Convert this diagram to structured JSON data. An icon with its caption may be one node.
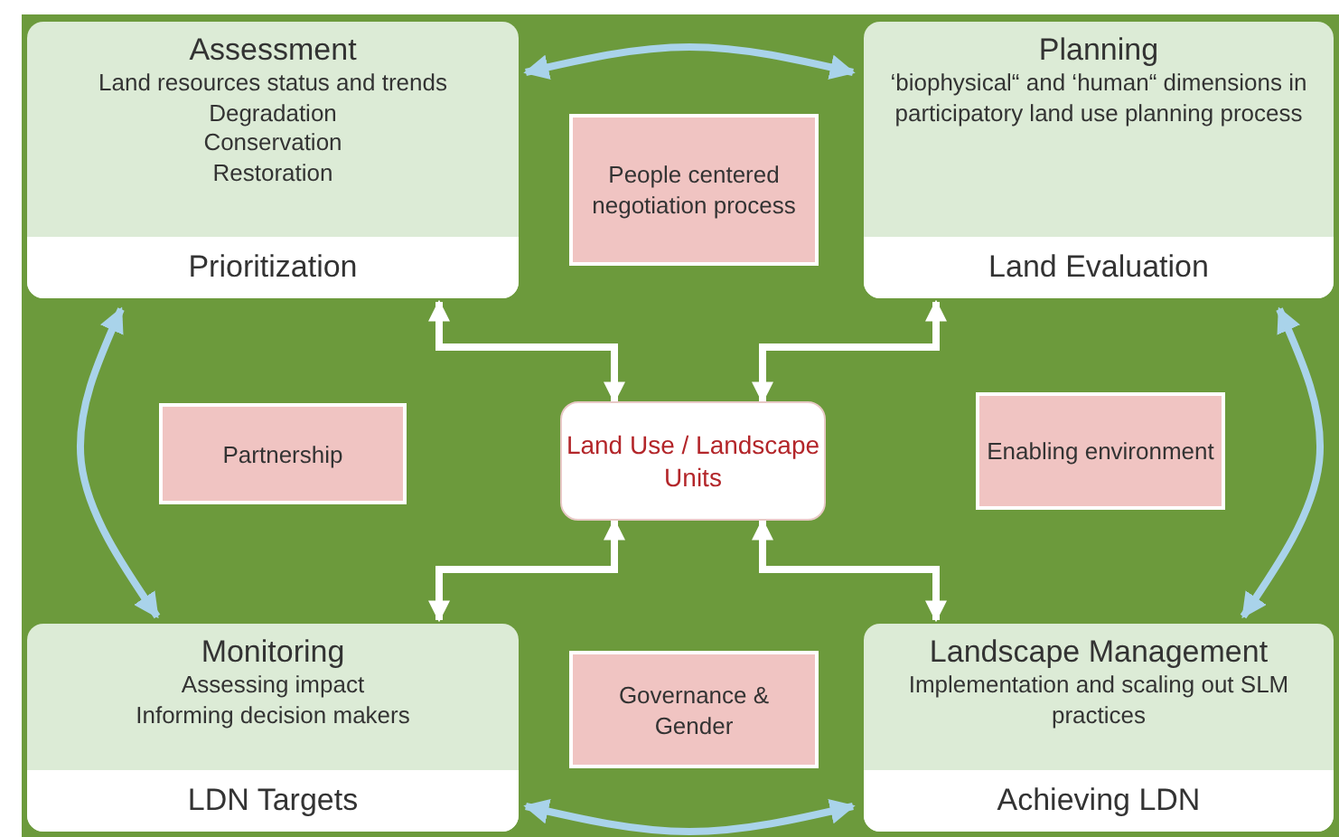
{
  "diagram": {
    "nodes": [
      {
        "text": [
          "Assessment",
          "Land resources status and trends",
          "Degradation",
          "Conservation",
          "Restoration",
          "Prioritization"
        ]
      },
      {
        "text": [
          "People centered negotiation process"
        ]
      },
      {
        "text": [
          "Planning",
          "‘biophysical“ and ‘human“ dimensions in participatory land use planning process",
          "Land Evaluation"
        ]
      },
      {
        "text": [
          "Partnership"
        ]
      },
      {
        "text": [
          "Land Use / Landscape Units"
        ]
      },
      {
        "text": [
          "Enabling environment"
        ]
      },
      {
        "text": [
          "Monitoring",
          "Assessing impact",
          "Informing decision makers",
          "LDN Targets"
        ]
      },
      {
        "text": [
          "Governance & Gender"
        ]
      },
      {
        "text": [
          "Landscape Management",
          "Implementation and scaling out SLM practices",
          "Achieving LDN"
        ]
      }
    ],
    "edges": [
      {
        "from": 0,
        "to": 2,
        "arrow": "both",
        "color": "#a9d3ea"
      },
      {
        "from": 0,
        "to": 6,
        "arrow": "both",
        "color": "#a9d3ea"
      },
      {
        "from": 2,
        "to": 8,
        "arrow": "both",
        "color": "#a9d3ea"
      },
      {
        "from": 6,
        "to": 8,
        "arrow": "both",
        "color": "#a9d3ea"
      },
      {
        "from": 4,
        "to": 0,
        "arrow": "both",
        "color": "#ffffff"
      },
      {
        "from": 4,
        "to": 2,
        "arrow": "both",
        "color": "#ffffff"
      },
      {
        "from": 4,
        "to": 6,
        "arrow": "both",
        "color": "#ffffff"
      },
      {
        "from": 4,
        "to": 8,
        "arrow": "both",
        "color": "#ffffff"
      }
    ]
  }
}
